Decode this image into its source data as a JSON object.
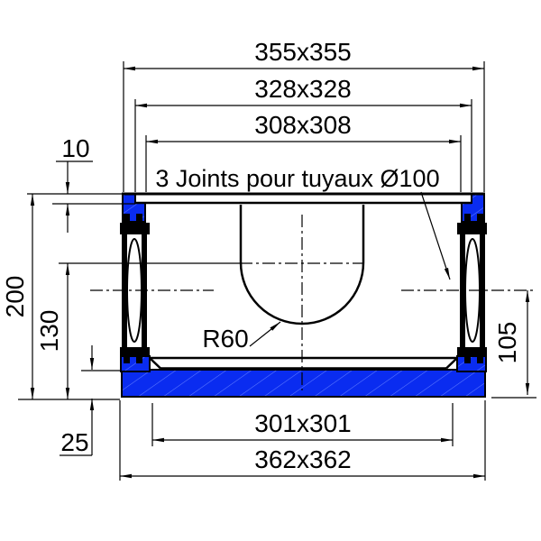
{
  "drawing": {
    "labels": {
      "dim_top_outer": "355x355",
      "dim_top_mid": "328x328",
      "dim_top_inner": "308x308",
      "note_joints": "3 Joints pour tuyaux Ø100",
      "dim_seat_depth": "10",
      "dim_total_height": "200",
      "dim_outlet_center_height": "130",
      "dim_slab_thickness": "25",
      "dim_side_outlet_height": "105",
      "radius_note": "R60",
      "dim_bottom_inner": "301x301",
      "dim_bottom_outer": "362x362"
    },
    "colors": {
      "material": "#0a2cf0",
      "hatch": "#5e7bff",
      "line": "#000000",
      "background": "#ffffff"
    }
  }
}
